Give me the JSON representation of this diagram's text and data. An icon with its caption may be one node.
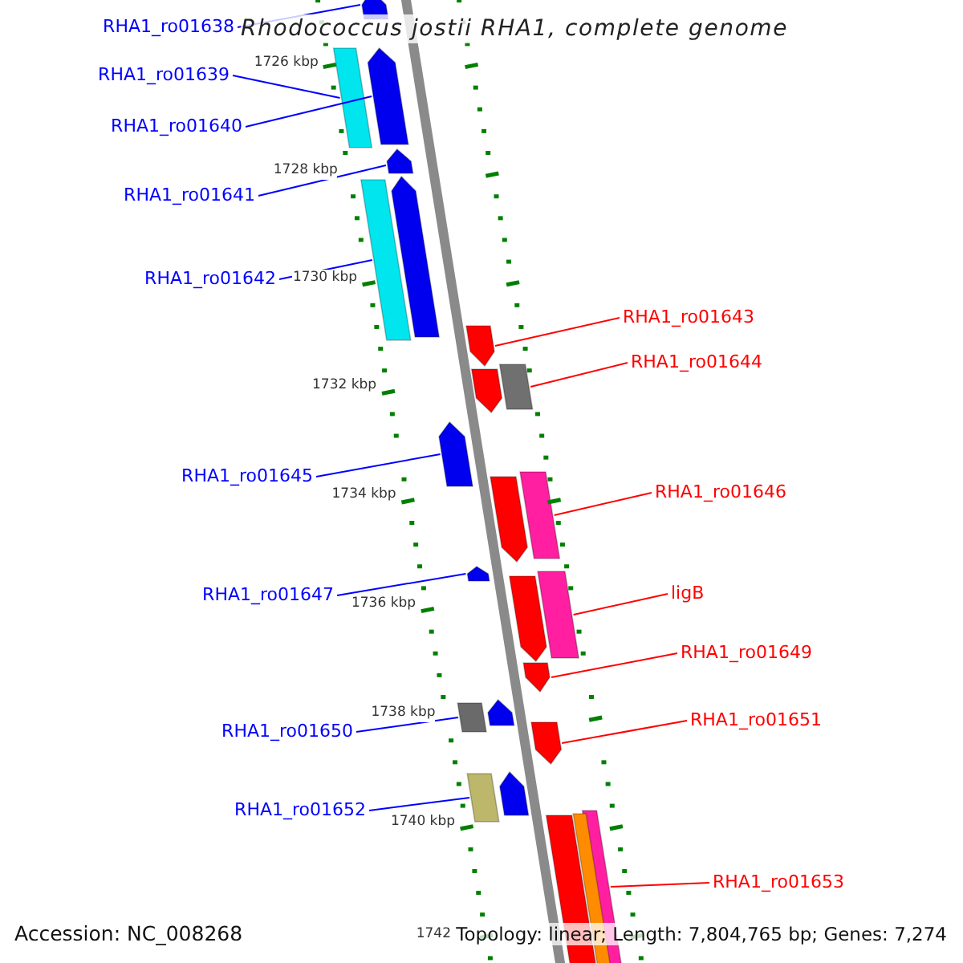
{
  "diagram": {
    "title": "Rhodococcus jostii RHA1, complete genome",
    "nodes": [
      {
        "text": [
          "RHA1_ro01638"
        ]
      },
      {
        "text": [
          "RHA1_ro01639"
        ]
      },
      {
        "text": [
          "RHA1_ro01640"
        ]
      },
      {
        "text": [
          "RHA1_ro01641"
        ]
      },
      {
        "text": [
          "RHA1_ro01642"
        ]
      },
      {
        "text": [
          "RHA1_ro01643"
        ]
      },
      {
        "text": [
          "RHA1_ro01644"
        ]
      },
      {
        "text": [
          "RHA1_ro01645"
        ]
      },
      {
        "text": [
          "RHA1_ro01646"
        ]
      },
      {
        "text": [
          "RHA1_ro01647"
        ]
      },
      {
        "text": [
          "ligB"
        ]
      },
      {
        "text": [
          "RHA1_ro01649"
        ]
      },
      {
        "text": [
          "RHA1_ro01650"
        ]
      },
      {
        "text": [
          "RHA1_ro01651"
        ]
      },
      {
        "text": [
          "RHA1_ro01652"
        ]
      },
      {
        "text": [
          "RHA1_ro01653"
        ]
      },
      {
        "text": [],
        "shape": "arrow"
      },
      {
        "text": [],
        "shape": "bar"
      },
      {
        "text": [],
        "shape": "arrow"
      },
      {
        "text": [],
        "shape": "arrow"
      },
      {
        "text": [],
        "shape": "bar"
      },
      {
        "text": [],
        "shape": "arrow"
      },
      {
        "text": [],
        "shape": "arrow"
      },
      {
        "text": [],
        "shape": "arrow"
      },
      {
        "text": [],
        "shape": "bar"
      },
      {
        "text": [],
        "shape": "arrow"
      },
      {
        "text": [],
        "shape": "bar"
      },
      {
        "text": [],
        "shape": "arrow"
      },
      {
        "text": [],
        "shape": "arrow"
      },
      {
        "text": [],
        "shape": "bar"
      },
      {
        "text": [],
        "shape": "arrow"
      },
      {
        "text": [],
        "shape": "arrow"
      },
      {
        "text": [],
        "shape": "arrow"
      },
      {
        "text": [],
        "shape": "bar"
      },
      {
        "text": [],
        "shape": "arrow"
      },
      {
        "text": [],
        "shape": "arrow"
      },
      {
        "text": [],
        "shape": "bar"
      },
      {
        "text": [],
        "shape": "bar"
      },
      {
        "text": [],
        "shape": "bar"
      },
      {
        "text": [],
        "shape": "arrow"
      }
    ],
    "edges": [
      {
        "from": 0,
        "to": 16,
        "arrow": "none"
      },
      {
        "from": 1,
        "to": 17,
        "arrow": "none"
      },
      {
        "from": 2,
        "to": 18,
        "arrow": "none"
      },
      {
        "from": 3,
        "to": 19,
        "arrow": "none"
      },
      {
        "from": 4,
        "to": 20,
        "arrow": "none"
      },
      {
        "from": 5,
        "to": 22,
        "arrow": "none",
        "color": "#ff0000"
      },
      {
        "from": 6,
        "to": 24,
        "arrow": "none",
        "color": "#ff0000"
      },
      {
        "from": 7,
        "to": 25,
        "arrow": "none"
      },
      {
        "from": 8,
        "to": 26,
        "arrow": "none",
        "color": "#ff0000"
      },
      {
        "from": 9,
        "to": 28,
        "arrow": "none"
      },
      {
        "from": 10,
        "to": 29,
        "arrow": "none",
        "color": "#ff0000"
      },
      {
        "from": 11,
        "to": 31,
        "arrow": "none",
        "color": "#ff0000"
      },
      {
        "from": 12,
        "to": 33,
        "arrow": "none"
      },
      {
        "from": 13,
        "to": 34,
        "arrow": "none",
        "color": "#ff0000"
      },
      {
        "from": 14,
        "to": 36,
        "arrow": "none"
      },
      {
        "from": 15,
        "to": 37,
        "arrow": "none",
        "color": "#ff0000"
      }
    ],
    "labels": [
      "1726 kbp",
      "1728 kbp",
      "1730 kbp",
      "1732 kbp",
      "1734 kbp",
      "1736 kbp",
      "1738 kbp",
      "1740 kbp",
      "1742",
      "Accession: NC_008268",
      "Topology: linear; Length: 7,804,765 bp; Genes: 7,274"
    ]
  }
}
